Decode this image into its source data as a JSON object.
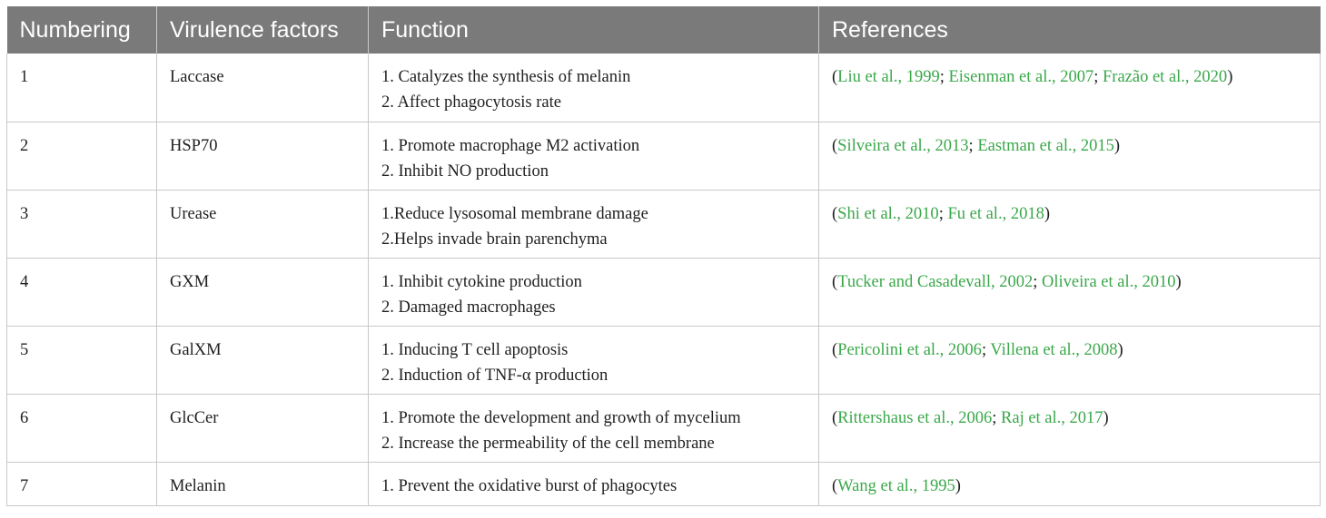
{
  "table": {
    "headers": [
      "Numbering",
      "Virulence factors",
      "Function",
      "References"
    ],
    "rows": [
      {
        "number": "1",
        "factor": "Laccase",
        "functions": [
          "1.   Catalyzes the synthesis of melanin",
          "2. Affect phagocytosis rate"
        ],
        "refs": [
          "Liu et al., 1999",
          "Eisenman et al., 2007",
          "Frazão et al., 2020"
        ]
      },
      {
        "number": "2",
        "factor": "HSP70",
        "functions": [
          "1.   Promote macrophage M2 activation",
          "2.   Inhibit NO production"
        ],
        "refs": [
          "Silveira et al., 2013",
          "Eastman et al., 2015"
        ]
      },
      {
        "number": "3",
        "factor": "Urease",
        "functions": [
          "1.Reduce lysosomal membrane damage",
          "2.Helps invade brain parenchyma"
        ],
        "refs": [
          "Shi et al., 2010",
          "Fu et al., 2018"
        ]
      },
      {
        "number": "4",
        "factor": "GXM",
        "functions": [
          "1. Inhibit cytokine production",
          "2. Damaged macrophages"
        ],
        "refs": [
          "Tucker and Casadevall, 2002",
          "Oliveira et al., 2010"
        ]
      },
      {
        "number": "5",
        "factor": "GalXM",
        "functions": [
          "1. Inducing T cell apoptosis",
          "2. Induction of TNF-α production"
        ],
        "refs": [
          "Pericolini et al., 2006",
          "Villena et al., 2008"
        ]
      },
      {
        "number": "6",
        "factor": "GlcCer",
        "functions": [
          "1. Promote the development and growth of mycelium",
          "2. Increase the permeability of the cell membrane"
        ],
        "refs": [
          "Rittershaus et al., 2006",
          "Raj et al., 2017"
        ]
      },
      {
        "number": "7",
        "factor": "Melanin",
        "functions": [
          "1. Prevent the oxidative burst of phagocytes"
        ],
        "refs": [
          "Wang et al., 1995"
        ]
      }
    ]
  },
  "colors": {
    "header_bg": "#7a7a7a",
    "link": "#3aa84a"
  }
}
